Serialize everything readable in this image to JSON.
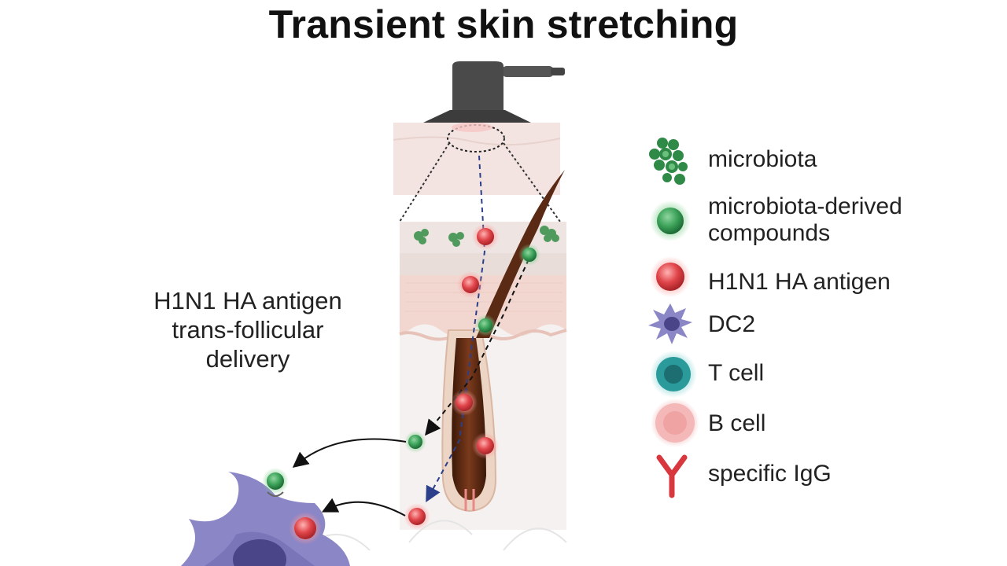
{
  "title": "Transient skin stretching",
  "side_label": {
    "line1": "H1N1 HA antigen",
    "line2": "trans-follicular",
    "line3": "delivery"
  },
  "legend": [
    {
      "id": "microbiota",
      "icon": "microbiota-cluster-icon",
      "lines": [
        "microbiota"
      ]
    },
    {
      "id": "compounds",
      "icon": "green-sphere-icon",
      "lines": [
        "microbiota-derived",
        "compounds"
      ]
    },
    {
      "id": "antigen",
      "icon": "red-sphere-icon",
      "lines": [
        "H1N1 HA antigen"
      ]
    },
    {
      "id": "dc2",
      "icon": "dendritic-cell-icon",
      "lines": [
        "DC2"
      ]
    },
    {
      "id": "tcell",
      "icon": "t-cell-icon",
      "lines": [
        "T cell"
      ]
    },
    {
      "id": "bcell",
      "icon": "b-cell-icon",
      "lines": [
        "B cell"
      ]
    },
    {
      "id": "igg",
      "icon": "antibody-icon",
      "lines": [
        "specific IgG"
      ]
    }
  ],
  "colors": {
    "microbiota_green": "#2f8a47",
    "compound_green": "#3da35a",
    "antigen_red": "#e0454a",
    "dc2_purple": "#7a74b8",
    "tcell_teal": "#2a9a9a",
    "bcell_pink": "#f4b8b8",
    "igg_red": "#d8383d",
    "hair_brown": "#5a2a14",
    "skin_pink": "#f3e4e1",
    "device_gray": "#555555"
  }
}
